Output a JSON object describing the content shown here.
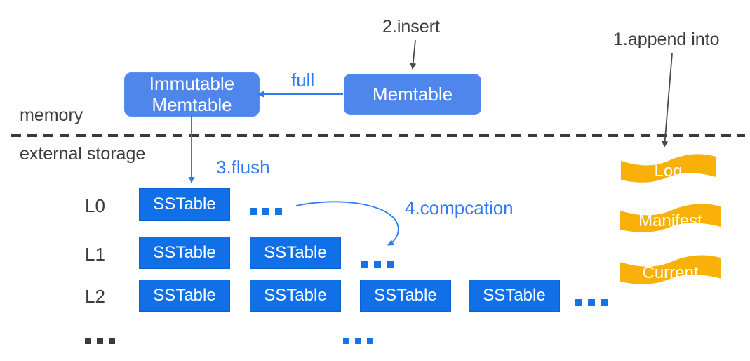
{
  "labels": {
    "insert": "2.insert",
    "append_into": "1.append into",
    "full": "full",
    "flush": "3.flush",
    "compaction": "4.compcation",
    "memory": "memory",
    "external_storage": "external storage"
  },
  "memory": {
    "memtable": "Memtable",
    "immutable_line1": "Immutable",
    "immutable_line2": "Memtable"
  },
  "storage": {
    "levels": [
      {
        "label": "L0",
        "tables": [
          "SSTable"
        ]
      },
      {
        "label": "L1",
        "tables": [
          "SSTable",
          "SSTable"
        ]
      },
      {
        "label": "L2",
        "tables": [
          "SSTable",
          "SSTable",
          "SSTable",
          "SSTable"
        ]
      }
    ],
    "files": [
      "Log",
      "Manifest",
      "Current"
    ]
  },
  "colors": {
    "memtable_fill": "#4E86EC",
    "sstable_fill": "#1170E8",
    "flag_fill": "#F9B10A",
    "blue_accent": "#3279F3",
    "dots_blue": "#1473E6",
    "dark_text": "#3D3D3D"
  }
}
